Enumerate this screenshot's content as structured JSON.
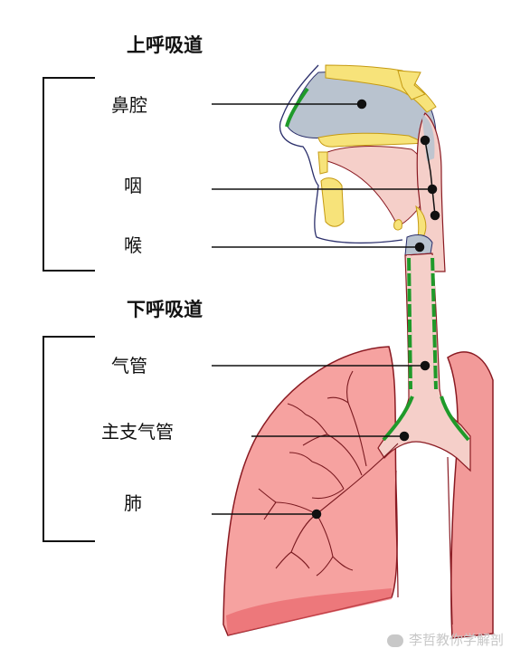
{
  "upper": {
    "heading": "上呼吸道",
    "labels": {
      "nasal": "鼻腔",
      "pharynx": "咽",
      "larynx": "喉"
    }
  },
  "lower": {
    "heading": "下呼吸道",
    "labels": {
      "trachea": "气管",
      "bronchus": "主支气管",
      "lung": "肺"
    }
  },
  "watermark": "李哲教你学解剖",
  "colors": {
    "lung_fill": "#f6a2a0",
    "lung_stroke": "#8a1a22",
    "airway_fill": "#f5cfc9",
    "bone": "#f7e37a",
    "cavity": "#b9c3cf",
    "cilia": "#1f9a2a",
    "line": "#111111"
  },
  "icons": {
    "watermark": "wechat-icon"
  }
}
